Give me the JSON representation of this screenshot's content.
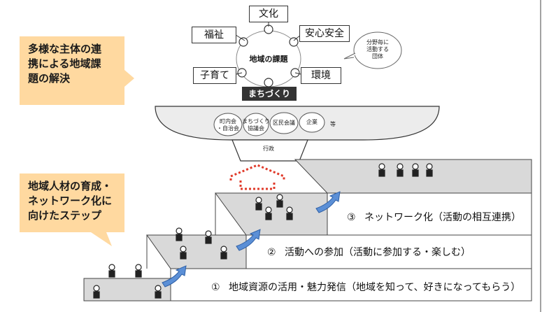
{
  "callouts": {
    "top": [
      "多様な主体の連",
      "携による地域課",
      "題の解決"
    ],
    "bottom": [
      "地域人材の育成・",
      "ネットワーク化に",
      "向けたステップ"
    ]
  },
  "issues": {
    "culture": "文化",
    "welfare": "福祉",
    "safety": "安心安全",
    "childcare": "子育て",
    "environment": "環境",
    "center": "地域の課題",
    "machizukuri": "まちづくり",
    "groups": [
      "分野毎に",
      "活動する",
      "団体"
    ]
  },
  "actors": {
    "chonaikai": [
      "町内会",
      "・自治会"
    ],
    "kyogikai": [
      "まちづくり",
      "協議会"
    ],
    "kumin": "区民会議",
    "kigyo": "企業",
    "etc": "等",
    "gyosei": "行政"
  },
  "steps": [
    {
      "num": "①",
      "label": "地域資源の活用・魅力発信（地域を知って、好きになってもらう）"
    },
    {
      "num": "②",
      "label": "活動への参加（活動に参加する・楽しむ）"
    },
    {
      "num": "③",
      "label": "ネットワーク化（活動の相互連携）"
    }
  ],
  "colors": {
    "callout": "#ffd9a0",
    "step_top": "#d9d9d9",
    "arrow_blue": "#5b8fd6",
    "dotted_arrow": "#e03a2a"
  },
  "icons": {
    "person": "person-icon",
    "arrow": "step-arrow-icon"
  }
}
